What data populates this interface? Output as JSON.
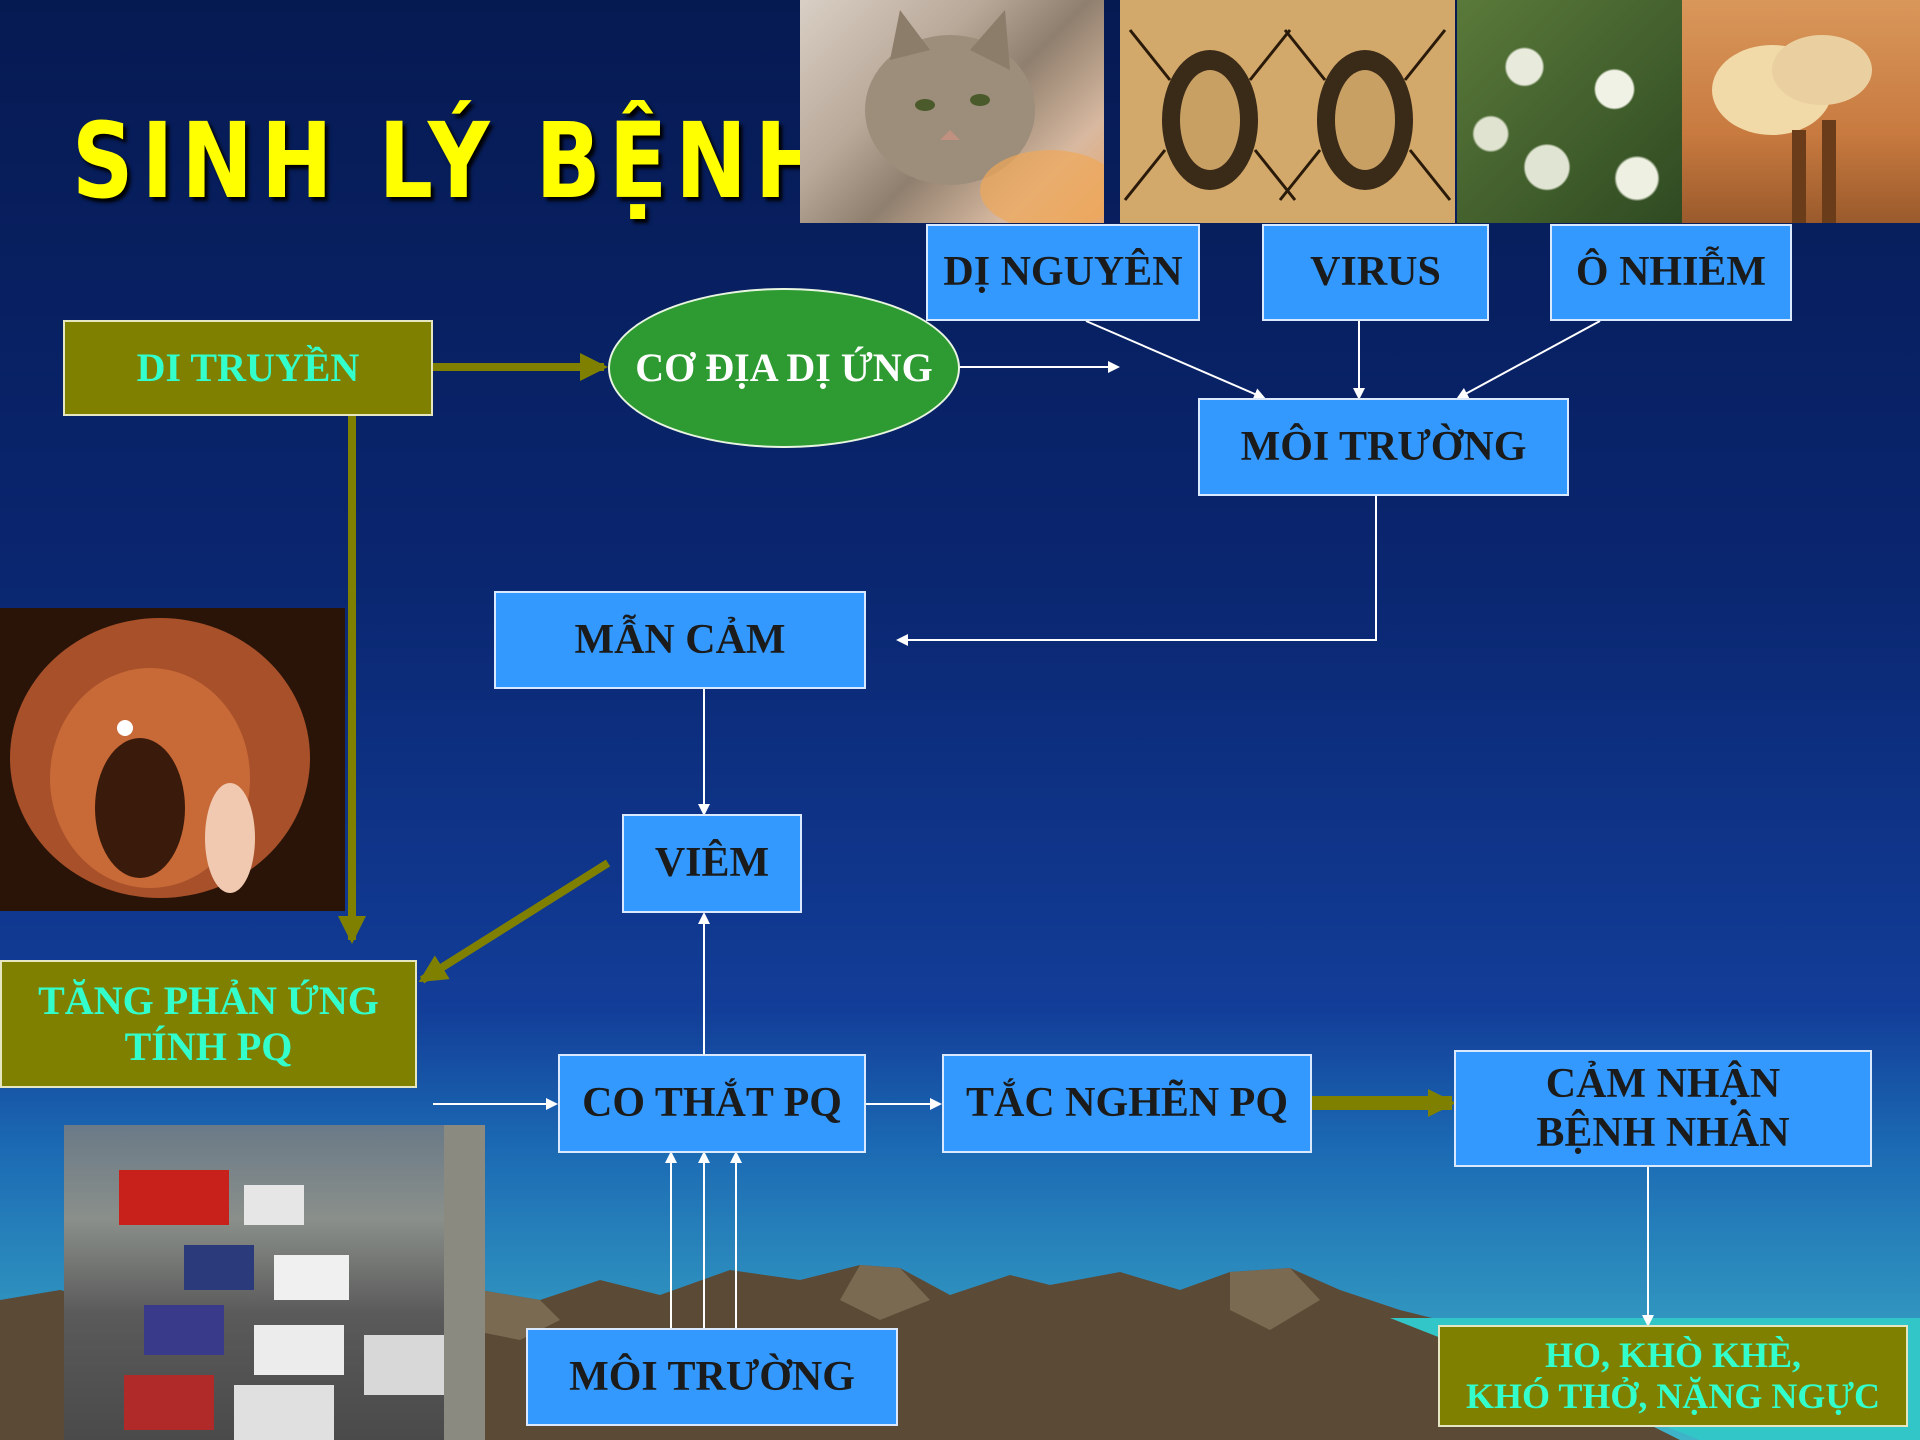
{
  "title": "SINH LÝ BỆNH",
  "nodes": {
    "di_truyen": "DI TRUYỀN",
    "co_dia_di_ung": "CƠ ĐỊA DỊ ỨNG",
    "di_nguyen": "DỊ NGUYÊN",
    "virus": "VIRUS",
    "o_nhiem": "Ô NHIỄM",
    "moi_truong_top": "MÔI TRƯỜNG",
    "man_cam": "MẪN CẢM",
    "viem": "VIÊM",
    "tang_phan_ung_line1": "TĂNG PHẢN ỨNG",
    "tang_phan_ung_line2": "TÍNH PQ",
    "co_that_pq": "CO THẮT PQ",
    "tac_nghen_pq": "TẮC NGHẼN PQ",
    "cam_nhan_line1": "CẢM NHẬN",
    "cam_nhan_line2": "BỆNH NHÂN",
    "moi_truong_bottom": "MÔI TRƯỜNG",
    "trieu_chung_line1": "HO, KHÒ KHÈ,",
    "trieu_chung_line2": "KHÓ THỞ, NẶNG NGỰC"
  },
  "photos": [
    "cat-photo",
    "dust-mite-drawing",
    "flowering-plant-photo",
    "factory-smoke-photo",
    "bronchoscopy-photo",
    "traffic-photo"
  ],
  "colors": {
    "title": "#ffff00",
    "blue_box": "#3399ff",
    "olive_box": "#808000",
    "olive_text": "#33ffcc",
    "ellipse": "#2e9a32",
    "olive_arrow": "#808000",
    "white_arrow": "#ffffff"
  }
}
